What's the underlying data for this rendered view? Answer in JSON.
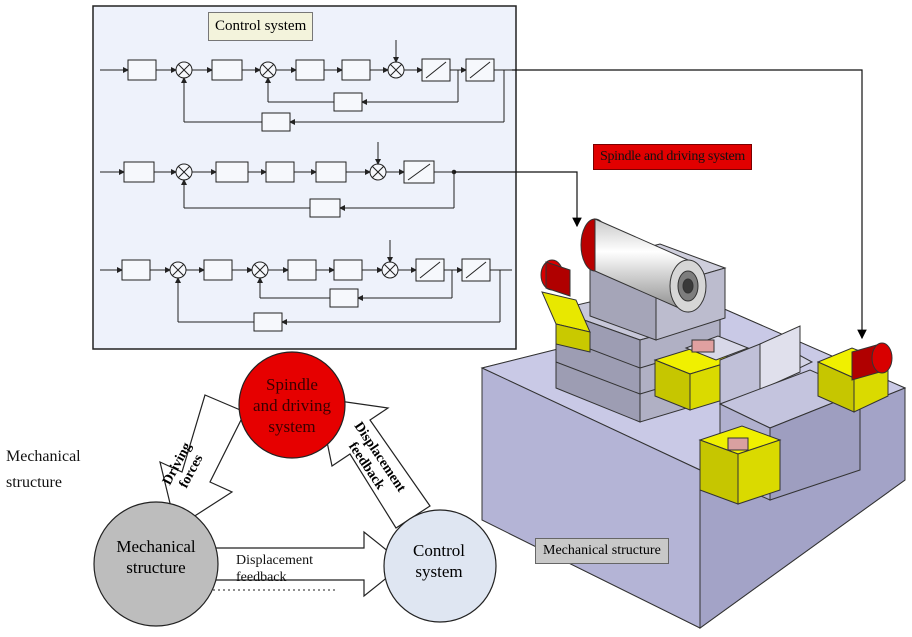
{
  "control_system_title": "Control system",
  "spindle_system_tag": "Spindle and driving system",
  "mechanical_structure_tag": "Mechanical structure",
  "mechanical_structure_label": "Mechanical\nstructure",
  "cycle": {
    "spindle_node": "Spindle\nand driving\nsystem",
    "mechanical_node": "Mechanical\nstructure",
    "control_node": "Control\nsystem",
    "driving_forces_arrow": "Driving\nforces",
    "displacement_feedback_diagonal": "Displacement\nfeedback",
    "displacement_feedback_horizontal": "Displacement\nfeedback"
  },
  "colors": {
    "spindle_node_fill": "#e60000",
    "mechanical_node_fill": "#bdbdbd",
    "control_node_fill": "#dfe6f2",
    "control_panel_fill": "#eef2fb",
    "tag_red": "#e10000",
    "machine_body": "#b8b8d8",
    "guard_yellow": "#e8e800",
    "motor_red": "#d00000"
  }
}
